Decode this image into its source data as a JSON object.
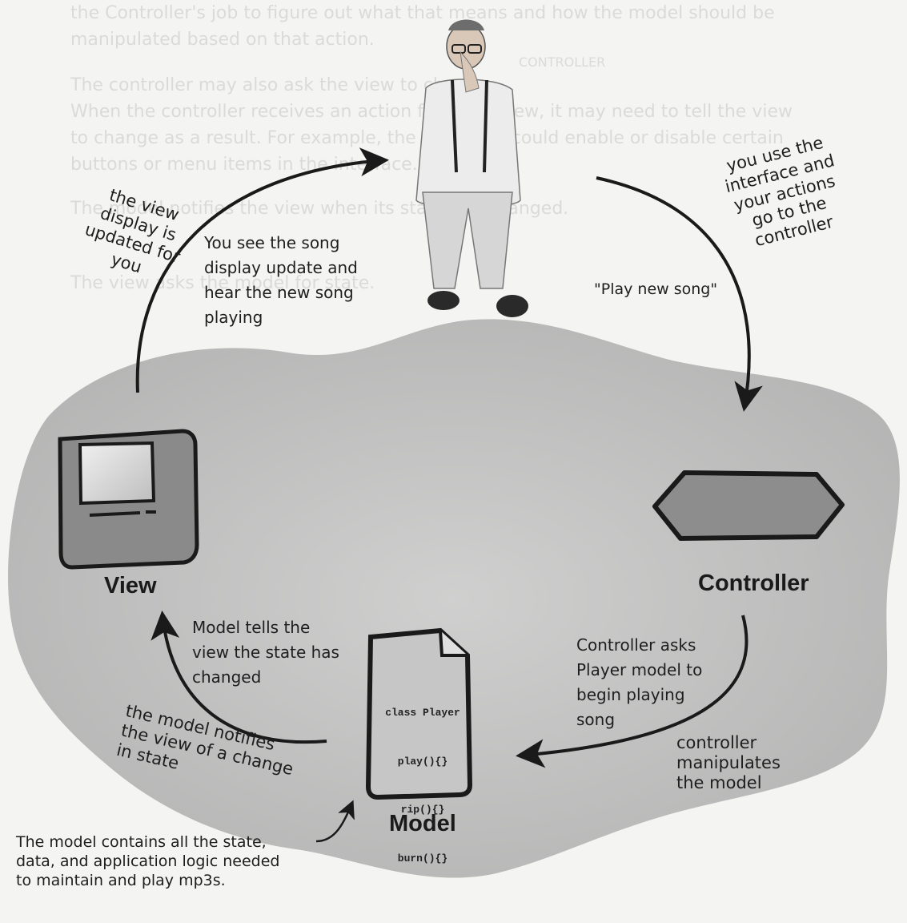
{
  "background": {
    "faded_text_lines": [
      "the Controller's job to figure out what that means and how the model should be",
      "manipulated based on that action.",
      "CONTROLLER",
      "The controller may also ask the view to change.",
      "When the controller receives an action from the view, it may need to tell the view",
      "to change as a result. For example, the controller could enable or disable certain",
      "buttons or menu items in the interface.",
      "The model notifies the view when its state has changed.",
      "The view asks the model for state."
    ]
  },
  "user_figure": {
    "name": "user-figure"
  },
  "components": {
    "view": {
      "label": "View"
    },
    "controller": {
      "label": "Controller"
    },
    "model": {
      "label": "Model",
      "code_lines": [
        "class Player",
        "play(){}",
        "rip(){}",
        "burn(){}"
      ]
    }
  },
  "annotations": {
    "view_updated": "the view\ndisplay is\nupdated for\nyou",
    "you_see_song": "You see the song\ndisplay update and\nhear the new song\nplaying",
    "you_use_interface": "you use the\ninterface and\nyour actions\ngo to the\ncontroller",
    "play_new_song": "\"Play new song\"",
    "model_tells_view": "Model tells the\nview the state has\nchanged",
    "model_notifies": "the model notifies\nthe view of a change\nin state",
    "controller_asks": "Controller asks\nPlayer model to\nbegin playing\nsong",
    "controller_manipulates": "controller\nmanipulates\nthe model",
    "model_contains": "The model contains all the state,\ndata, and application logic needed\nto maintain and play mp3s."
  }
}
